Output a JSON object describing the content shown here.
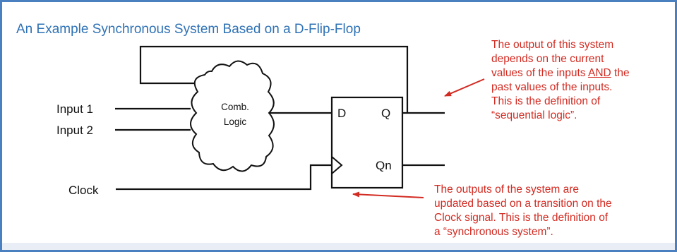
{
  "title": "An Example Synchronous System Based on a D-Flip-Flop",
  "diagram": {
    "inputs": [
      "Input 1",
      "Input 2"
    ],
    "clock_label": "Clock",
    "comb_logic": [
      "Comb.",
      "Logic"
    ],
    "flipflop": {
      "d": "D",
      "q": "Q",
      "qn": "Qn"
    }
  },
  "colors": {
    "title": "#2f72b5",
    "annotation": "#d22b22",
    "wire": "#111111",
    "frame": "#4a80c0"
  },
  "annotations": {
    "output": {
      "lines": [
        "The output of this system",
        "depends on the current",
        "values of the inputs ",
        "past values of the inputs.",
        "This is the definition of",
        "“sequential logic”."
      ],
      "emphasis": "AND",
      "after_emphasis": " the"
    },
    "clock": {
      "lines": [
        "The outputs of the system are",
        "updated based on a transition on the",
        "Clock signal.  This is the definition of",
        "a “synchronous system”."
      ]
    }
  }
}
